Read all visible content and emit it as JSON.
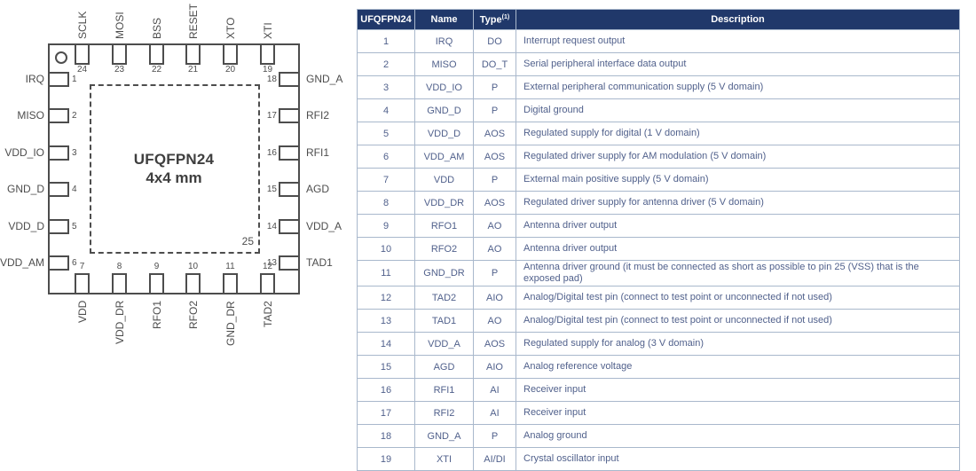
{
  "diagram": {
    "package_title": "UFQFPN24",
    "package_size": "4x4 mm",
    "exposed_pad_number": "25",
    "pins": {
      "top": [
        {
          "num": "24",
          "name": "SCLK"
        },
        {
          "num": "23",
          "name": "MOSI"
        },
        {
          "num": "22",
          "name": "BSS"
        },
        {
          "num": "21",
          "name": "RESET"
        },
        {
          "num": "20",
          "name": "XTO"
        },
        {
          "num": "19",
          "name": "XTI"
        }
      ],
      "left": [
        {
          "num": "1",
          "name": "IRQ"
        },
        {
          "num": "2",
          "name": "MISO"
        },
        {
          "num": "3",
          "name": "VDD_IO"
        },
        {
          "num": "4",
          "name": "GND_D"
        },
        {
          "num": "5",
          "name": "VDD_D"
        },
        {
          "num": "6",
          "name": "VDD_AM"
        }
      ],
      "right": [
        {
          "num": "18",
          "name": "GND_A"
        },
        {
          "num": "17",
          "name": "RFI2"
        },
        {
          "num": "16",
          "name": "RFI1"
        },
        {
          "num": "15",
          "name": "AGD"
        },
        {
          "num": "14",
          "name": "VDD_A"
        },
        {
          "num": "13",
          "name": "TAD1"
        }
      ],
      "bottom": [
        {
          "num": "7",
          "name": "VDD"
        },
        {
          "num": "8",
          "name": "VDD_DR"
        },
        {
          "num": "9",
          "name": "RFO1"
        },
        {
          "num": "10",
          "name": "RFO2"
        },
        {
          "num": "11",
          "name": "GND_DR"
        },
        {
          "num": "12",
          "name": "TAD2"
        }
      ]
    }
  },
  "table": {
    "headers": {
      "pin": "UFQFPN24",
      "name": "Name",
      "type": "Type",
      "type_footnote": "(1)",
      "description": "Description"
    },
    "rows": [
      {
        "pin": "1",
        "name": "IRQ",
        "type": "DO",
        "description": "Interrupt request output"
      },
      {
        "pin": "2",
        "name": "MISO",
        "type": "DO_T",
        "description": "Serial peripheral interface data output"
      },
      {
        "pin": "3",
        "name": "VDD_IO",
        "type": "P",
        "description": "External peripheral communication supply (5 V domain)"
      },
      {
        "pin": "4",
        "name": "GND_D",
        "type": "P",
        "description": "Digital ground"
      },
      {
        "pin": "5",
        "name": "VDD_D",
        "type": "AOS",
        "description": "Regulated supply for digital (1 V domain)"
      },
      {
        "pin": "6",
        "name": "VDD_AM",
        "type": "AOS",
        "description": "Regulated driver supply for AM modulation (5 V domain)"
      },
      {
        "pin": "7",
        "name": "VDD",
        "type": "P",
        "description": "External main positive supply (5 V domain)"
      },
      {
        "pin": "8",
        "name": "VDD_DR",
        "type": "AOS",
        "description": "Regulated driver supply for antenna driver (5 V domain)"
      },
      {
        "pin": "9",
        "name": "RFO1",
        "type": "AO",
        "description": "Antenna driver output"
      },
      {
        "pin": "10",
        "name": "RFO2",
        "type": "AO",
        "description": "Antenna driver output"
      },
      {
        "pin": "11",
        "name": "GND_DR",
        "type": "P",
        "description": "Antenna driver ground (it must be connected as short as possible to pin 25 (VSS) that is the exposed pad)"
      },
      {
        "pin": "12",
        "name": "TAD2",
        "type": "AIO",
        "description": "Analog/Digital test pin (connect to test point or unconnected if not used)"
      },
      {
        "pin": "13",
        "name": "TAD1",
        "type": "AO",
        "description": "Analog/Digital test pin (connect to test point or unconnected if not used)"
      },
      {
        "pin": "14",
        "name": "VDD_A",
        "type": "AOS",
        "description": "Regulated supply for analog (3 V domain)"
      },
      {
        "pin": "15",
        "name": "AGD",
        "type": "AIO",
        "description": "Analog reference voltage"
      },
      {
        "pin": "16",
        "name": "RFI1",
        "type": "AI",
        "description": "Receiver input"
      },
      {
        "pin": "17",
        "name": "RFI2",
        "type": "AI",
        "description": "Receiver input"
      },
      {
        "pin": "18",
        "name": "GND_A",
        "type": "P",
        "description": "Analog ground"
      },
      {
        "pin": "19",
        "name": "XTI",
        "type": "AI/DI",
        "description": "Crystal oscillator input"
      }
    ]
  },
  "colors": {
    "header_bg": "#20386a",
    "header_text": "#ffffff",
    "body_text": "#51618c",
    "grid_line": "#a9b8cc",
    "diagram_line": "#4d4d4d",
    "diagram_text": "#4d4d4d",
    "page_bg": "#ffffff"
  }
}
